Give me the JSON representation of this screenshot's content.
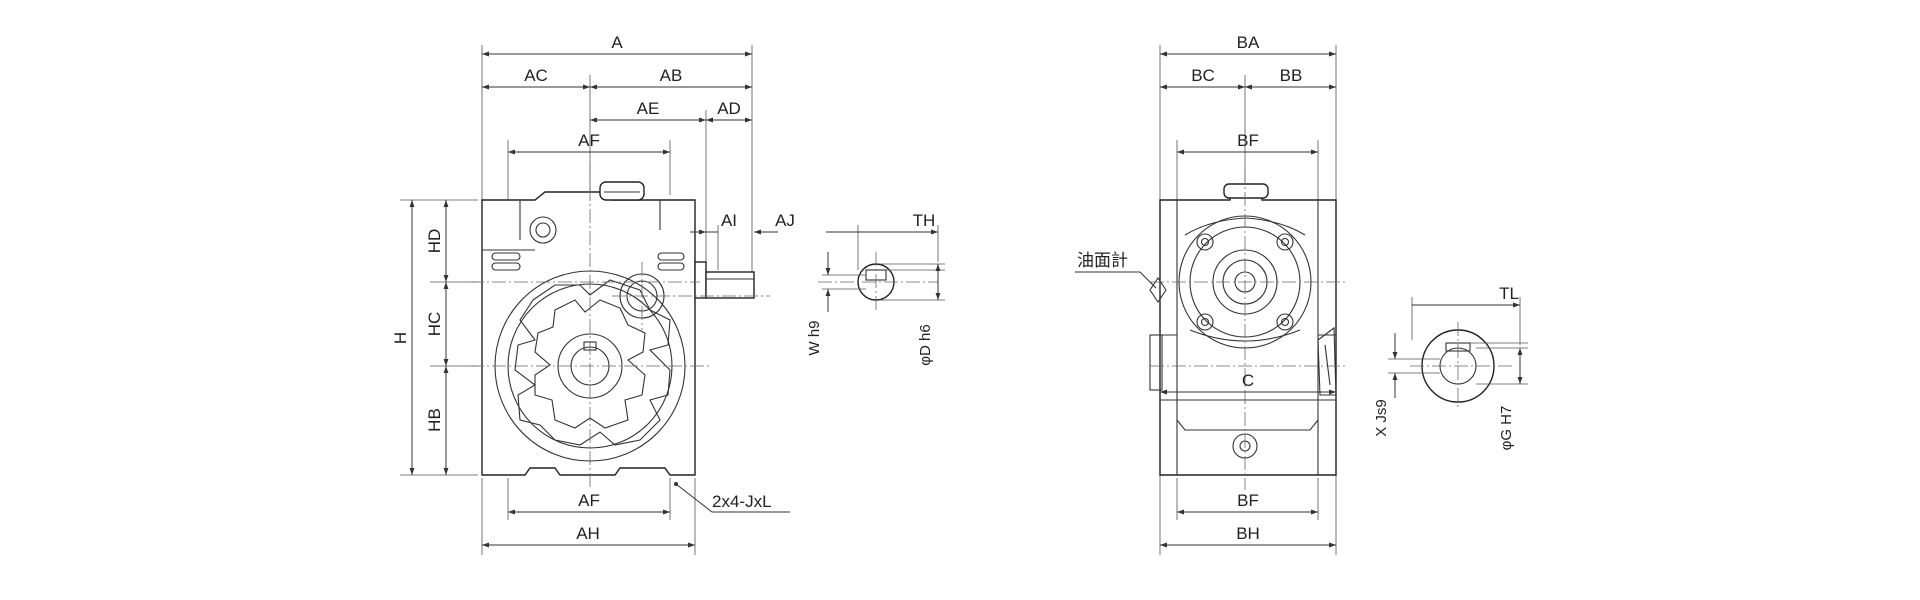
{
  "front_view": {
    "dims": {
      "A": "A",
      "AC": "AC",
      "AB": "AB",
      "AE": "AE",
      "AD": "AD",
      "AF_top": "AF",
      "AI": "AI",
      "AJ": "AJ",
      "H": "H",
      "HD": "HD",
      "HC": "HC",
      "HB": "HB",
      "AF_bottom": "AF",
      "AH": "AH"
    },
    "callout": "2x4-JxL"
  },
  "shaft_detail": {
    "TH": "TH",
    "W": "W h9",
    "D": "φD h6"
  },
  "side_view": {
    "dims": {
      "BA": "BA",
      "BC": "BC",
      "BB": "BB",
      "BF_top": "BF",
      "C": "C",
      "BF_bottom": "BF",
      "BH": "BH"
    },
    "oil_gauge": "油面計"
  },
  "bore_detail": {
    "TL": "TL",
    "X": "X Js9",
    "G": "φG H7"
  }
}
